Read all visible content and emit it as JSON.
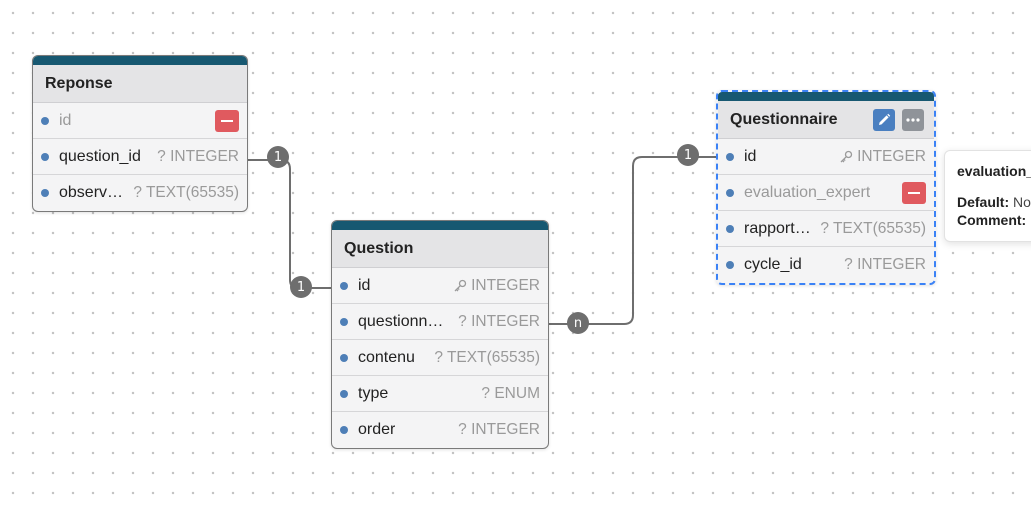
{
  "tables": [
    {
      "name": "Reponse",
      "fields": [
        {
          "name": "id",
          "type": "",
          "pk": false,
          "muted": true,
          "delete": true
        },
        {
          "name": "question_id",
          "type": "? INTEGER",
          "pk": false,
          "muted": false,
          "delete": false
        },
        {
          "name": "observ…",
          "type": "? TEXT(65535)",
          "pk": false,
          "muted": false,
          "delete": false
        }
      ]
    },
    {
      "name": "Question",
      "fields": [
        {
          "name": "id",
          "type": "INTEGER",
          "pk": true
        },
        {
          "name": "questionn…",
          "type": "? INTEGER",
          "pk": false
        },
        {
          "name": "contenu",
          "type": "? TEXT(65535)",
          "pk": false
        },
        {
          "name": "type",
          "type": "? ENUM",
          "pk": false
        },
        {
          "name": "order",
          "type": "? INTEGER",
          "pk": false
        }
      ]
    },
    {
      "name": "Questionnaire",
      "fields": [
        {
          "name": "id",
          "type": "INTEGER",
          "pk": true
        },
        {
          "name": "evaluation_expert",
          "type": "",
          "muted": true,
          "delete": true
        },
        {
          "name": "rapport…",
          "type": "? TEXT(65535)",
          "pk": false
        },
        {
          "name": "cycle_id",
          "type": "? INTEGER",
          "pk": false
        }
      ]
    }
  ],
  "relations": [
    {
      "from": "Reponse.question_id",
      "to": "Question.id",
      "from_card": "1",
      "to_card": "1"
    },
    {
      "from": "Question.questionnaire_id",
      "to": "Questionnaire.id",
      "from_card": "n",
      "to_card": "1"
    }
  ],
  "tooltip": {
    "title": "evaluation_",
    "default_label": "Default:",
    "default_value": "No",
    "comment_label": "Comment:",
    "comment_value": ""
  },
  "colors": {
    "header_bar": "#175871",
    "field_dot": "#4e7fb7",
    "delete_button": "#e05a5f",
    "edit_button": "#4a7fc0",
    "selection": "#3b82f6"
  },
  "icons": {
    "primary_key": "key-icon",
    "edit": "pencil-icon",
    "more": "ellipsis-icon",
    "delete": "minus-icon"
  }
}
